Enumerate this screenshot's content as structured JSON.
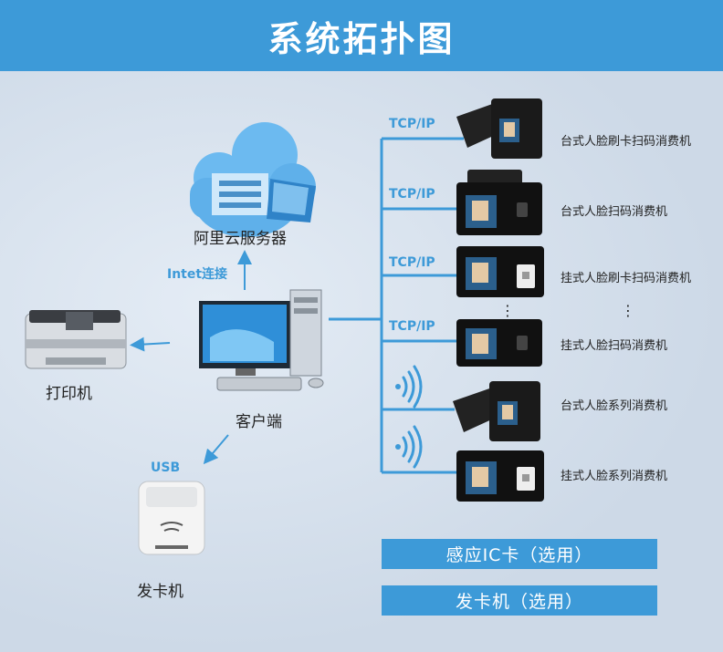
{
  "header": {
    "title": "系统拓扑图"
  },
  "nodes": {
    "cloud": "阿里云服务器",
    "printer": "打印机",
    "client": "客户端",
    "card_issuer": "发卡机"
  },
  "links": {
    "cloud_link": "Intet连接",
    "usb": "USB"
  },
  "devices": [
    {
      "protocol": "TCP/IP",
      "label": "台式人脸刷卡扫码消费机"
    },
    {
      "protocol": "TCP/IP",
      "label": "台式人脸扫码消费机"
    },
    {
      "protocol": "TCP/IP",
      "label": "挂式人脸刷卡扫码消费机"
    },
    {
      "protocol": "TCP/IP",
      "label": "挂式人脸扫码消费机"
    },
    {
      "protocol": "wifi-icon",
      "label": "台式人脸系列消费机"
    },
    {
      "protocol": "wifi-icon",
      "label": "挂式人脸系列消费机"
    }
  ],
  "options": [
    {
      "label": "感应IC卡（选用）"
    },
    {
      "label": "发卡机（选用）"
    }
  ],
  "colors": {
    "accent": "#3d9ad8",
    "background": "#cfdcea"
  }
}
